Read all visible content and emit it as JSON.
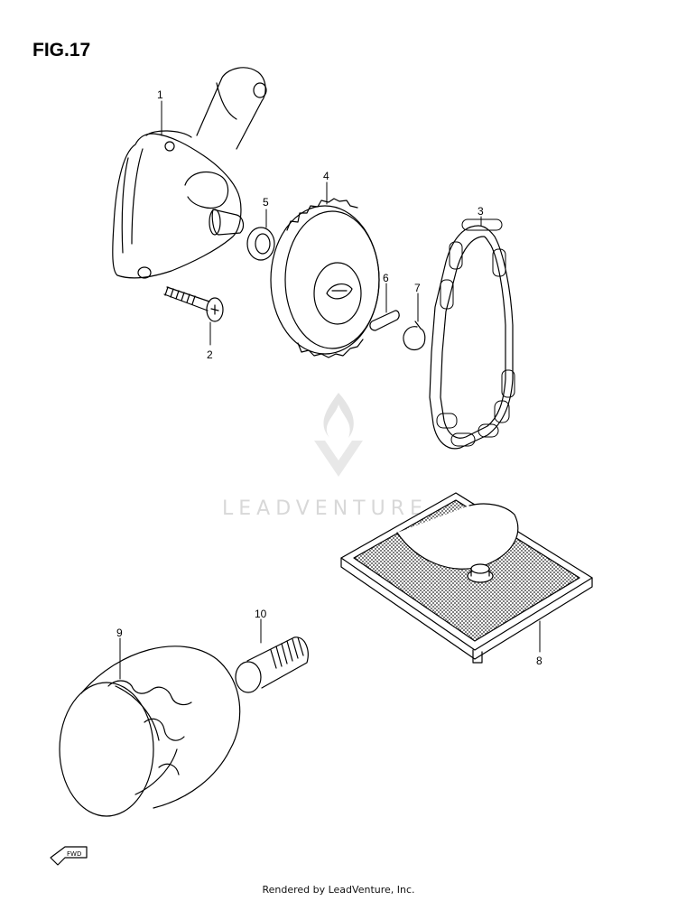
{
  "figure": {
    "title": "FIG.17"
  },
  "parts": [
    {
      "number": "1"
    },
    {
      "number": "2"
    },
    {
      "number": "3"
    },
    {
      "number": "4"
    },
    {
      "number": "5"
    },
    {
      "number": "6"
    },
    {
      "number": "7"
    },
    {
      "number": "8"
    },
    {
      "number": "9"
    },
    {
      "number": "10"
    }
  ],
  "fwd_label": "FWD",
  "watermark": {
    "text": "LEADVENTURE"
  },
  "footer": {
    "text": "Rendered by LeadVenture, Inc."
  }
}
